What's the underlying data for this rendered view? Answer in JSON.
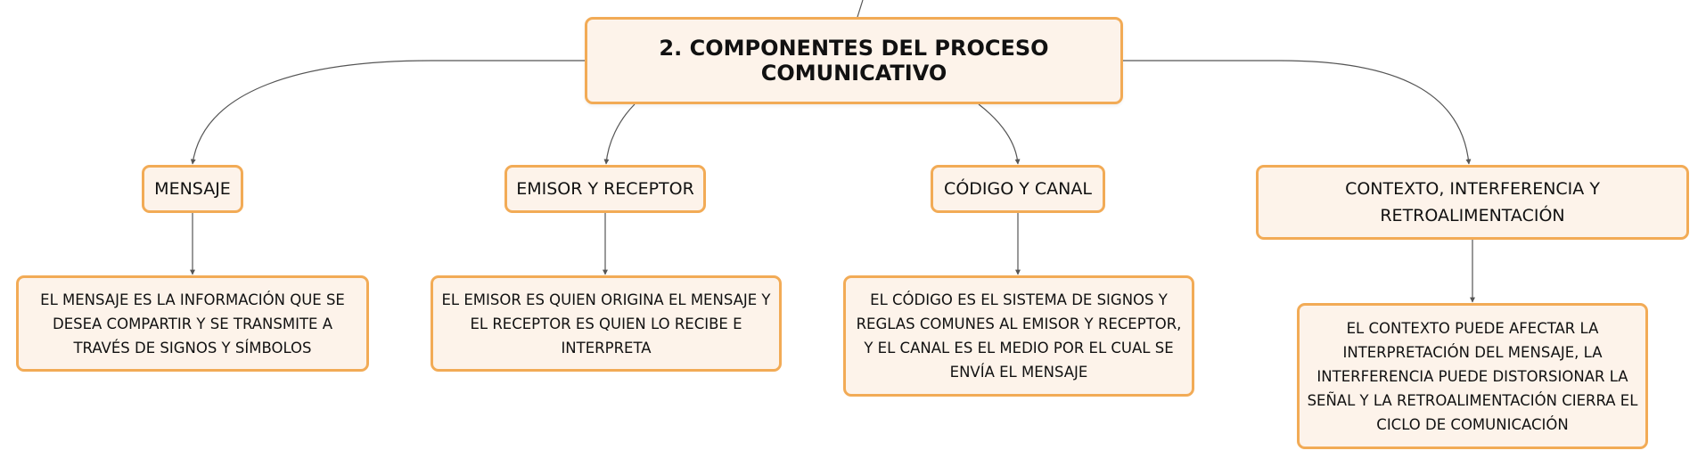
{
  "diagram": {
    "root": {
      "label": "2. COMPONENTES DEL PROCESO COMUNICATIVO"
    },
    "branches": [
      {
        "label": "MENSAJE",
        "detail": "EL MENSAJE ES LA INFORMACIÓN QUE SE DESEA COMPARTIR Y SE TRANSMITE A TRAVÉS DE SIGNOS Y SÍMBOLOS"
      },
      {
        "label": "EMISOR Y RECEPTOR",
        "detail": "EL EMISOR ES QUIEN ORIGINA EL MENSAJE Y EL RECEPTOR ES QUIEN LO RECIBE E INTERPRETA"
      },
      {
        "label": "CÓDIGO Y CANAL",
        "detail": "EL CÓDIGO ES EL SISTEMA DE SIGNOS Y REGLAS COMUNES AL EMISOR Y RECEPTOR, Y EL CANAL ES EL MEDIO POR EL CUAL SE ENVÍA EL MENSAJE"
      },
      {
        "label": "CONTEXTO, INTERFERENCIA Y RETROALIMENTACIÓN",
        "detail": "EL CONTEXTO PUEDE AFECTAR LA INTERPRETACIÓN DEL MENSAJE, LA INTERFERENCIA PUEDE DISTORSIONAR LA SEÑAL Y LA RETROALIMENTACIÓN CIERRA EL CICLO DE COMUNICACIÓN"
      }
    ],
    "colors": {
      "node_fill": "#fdf3ea",
      "node_border": "#f2ab56",
      "connector": "#555555",
      "text": "#111111"
    }
  }
}
